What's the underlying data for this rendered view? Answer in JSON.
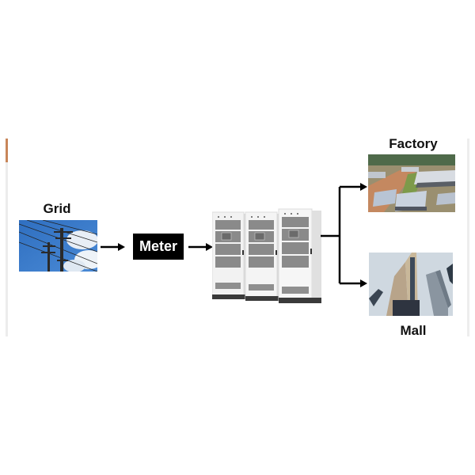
{
  "diagram": {
    "nodes": {
      "grid": {
        "label": "Grid",
        "image": "power-lines-photo"
      },
      "meter": {
        "label": "Meter"
      },
      "storage": {
        "image": "battery-cabinets",
        "cabinet_count": 3
      },
      "factory": {
        "label": "Factory",
        "image": "industrial-park-aerial-photo"
      },
      "mall": {
        "label": "Mall",
        "image": "high-rise-buildings-photo"
      }
    },
    "edges": [
      {
        "from": "grid",
        "to": "meter"
      },
      {
        "from": "meter",
        "to": "storage"
      },
      {
        "from": "storage",
        "to": "factory"
      },
      {
        "from": "storage",
        "to": "mall"
      }
    ],
    "colors": {
      "arrow": "#000000",
      "meter_bg": "#000000",
      "meter_text": "#ffffff",
      "frame_accent": "#c8865a",
      "frame_line": "#ececec"
    }
  }
}
